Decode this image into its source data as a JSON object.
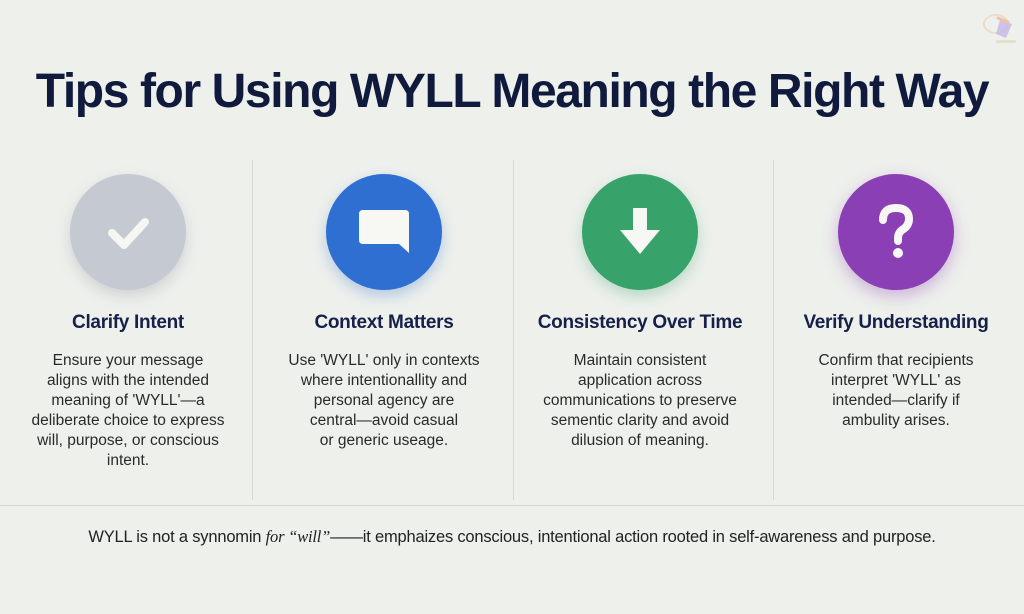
{
  "header": {
    "title": "Tips for Using WYLL Meaning the Right Way",
    "logo_icon": "watermark-logo-icon"
  },
  "colors": {
    "background": "#eef0ec",
    "title": "#0f1a3d",
    "card_title": "#16204a",
    "body_text": "#2a2a2a",
    "divider": "#d6d8d4"
  },
  "tips": [
    {
      "icon": "checkmark-icon",
      "icon_color": "#c4c9d2",
      "title": "Clarify Intent",
      "body_lines": [
        "Ensure your message",
        "aligns with the intended",
        "meaning of 'WYLL'—a",
        "deliberate choice to express",
        "will, purpose, or conscious",
        "intent."
      ]
    },
    {
      "icon": "speech-bubble-icon",
      "icon_color": "#2f6fd1",
      "title": "Context Matters",
      "body_lines": [
        "Use 'WYLL' only in contexts",
        "where intentionallity and",
        "personal agency are",
        "central—avoid casual",
        "or generic useage."
      ]
    },
    {
      "icon": "down-arrow-icon",
      "icon_color": "#37a26a",
      "title": "Consistency Over Time",
      "body_lines": [
        "Maintain consistent",
        "application across",
        "communications to preserve",
        "sementic clarity and avoid",
        "dilusion of meaning."
      ]
    },
    {
      "icon": "question-mark-icon",
      "icon_color": "#8a3fb5",
      "title": "Verify Understanding",
      "body_lines": [
        "Confirm that recipients",
        "interpret 'WYLL' as",
        "intended—clarify if",
        "ambulity arises."
      ]
    }
  ],
  "footer": {
    "part1": "WYLL is not a synnomin ",
    "part2_italic": "for “will”",
    "part3": "——it emphaizes conscious, intentional action rooted in self-awareness and purpose."
  }
}
